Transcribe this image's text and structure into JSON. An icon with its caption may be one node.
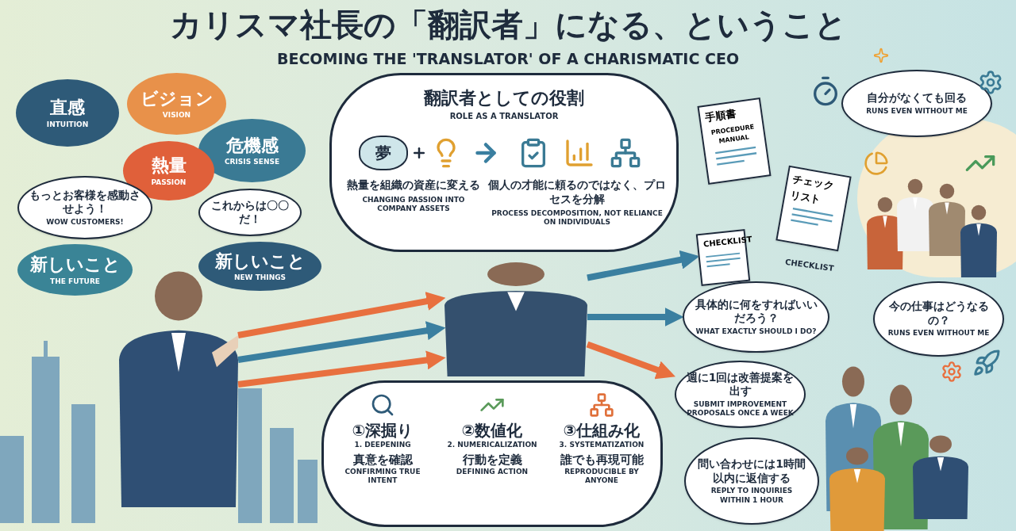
{
  "diagram": {
    "title": "カリスマ社長の「翻訳者」になる、ということ",
    "nodes": [
      {
        "text": [
          "直感",
          "INTUITION"
        ]
      },
      {
        "text": [
          "ビジョン",
          "VISION"
        ]
      },
      {
        "text": [
          "危機感",
          "CRISIS SENSE"
        ]
      },
      {
        "text": [
          "熱量",
          "PASSION"
        ]
      },
      {
        "text": [
          "もっとお客様を感動させよう！",
          "WOW CUSTOMERS!"
        ]
      },
      {
        "text": [
          "これからは〇〇だ！"
        ]
      },
      {
        "text": [
          "新しいこと",
          "THE FUTURE"
        ]
      },
      {
        "text": [
          "新しいこと",
          "NEW THINGS"
        ]
      },
      {
        "text": [],
        "shape": "person"
      },
      {
        "text": [
          "翻訳者としての役割",
          "ROLE AS A TRANSLATOR",
          "熱量を組織の資産に変える",
          "CHANGING PASSION INTO COMPANY ASSETS",
          "個人の才能に頼るのではなく、プロセスを分解",
          "PROCESS DECOMPOSITION, NOT RELIANCE ON INDIVIDUALS"
        ]
      },
      {
        "text": [
          "夢"
        ],
        "in": 9
      },
      {
        "text": [],
        "shape": "person"
      },
      {
        "text": [
          "①深掘り",
          "1. DEEPENING",
          "真意を確認",
          "CONFIRMING TRUE INTENT",
          "②数値化",
          "2. NUMERICALIZATION",
          "行動を定義",
          "DEFINING ACTION",
          "③仕組み化",
          "3. SYSTEMATIZATION",
          "誰でも再現可能",
          "REPRODUCIBLE BY ANYONE"
        ]
      },
      {
        "text": [
          "手順書",
          "PROCEDURE MANUAL"
        ]
      },
      {
        "text": [
          "CHECKLIST"
        ]
      },
      {
        "text": [
          "チェックリスト"
        ],
        "beside": [
          "CHECKLIST"
        ]
      },
      {
        "text": [
          "自分がなくても回る",
          "RUNS EVEN WITHOUT ME"
        ]
      },
      {
        "text": [
          "具体的に何をすればいいだろう？",
          "WHAT EXACTLY SHOULD I DO?"
        ]
      },
      {
        "text": [
          "今の仕事はどうなるの？",
          "RUNS EVEN WITHOUT ME"
        ]
      },
      {
        "text": [
          "週に1回は改善提案を出す",
          "SUBMIT IMPROVEMENT PROPOSALS ONCE A WEEK"
        ]
      },
      {
        "text": [
          "問い合わせには1時間以内に返信する",
          "REPLY TO INQUIRIES WITHIN 1 HOUR"
        ]
      }
    ],
    "edges": [
      {
        "from": 8,
        "to": 11,
        "arrow": "to",
        "color": "#e8703f"
      },
      {
        "from": 8,
        "to": 11,
        "arrow": "to",
        "color": "#3a7fa0"
      },
      {
        "from": 8,
        "to": 11,
        "arrow": "to",
        "color": "#e8703f"
      },
      {
        "from": 11,
        "to": 14,
        "arrow": "to",
        "color": "#3a7fa0"
      },
      {
        "from": 11,
        "to": 17,
        "arrow": "to",
        "color": "#3a7fa0"
      },
      {
        "from": 11,
        "to": 19,
        "arrow": "to",
        "color": "#e8703f"
      }
    ],
    "labels": [
      "BECOMING THE 'TRANSLATOR' OF A CHARISMATIC CEO"
    ]
  }
}
